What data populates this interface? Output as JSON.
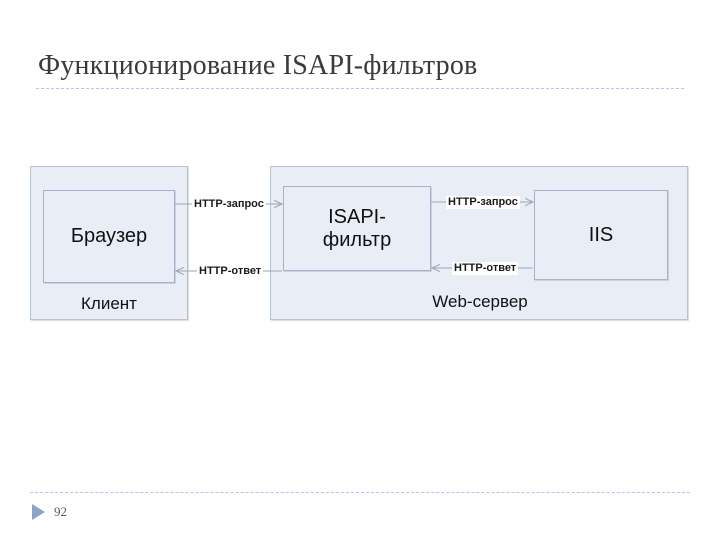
{
  "slide": {
    "title": "Функционирование ISAPI-фильтров",
    "page_number": "92",
    "marker_icon": "triangle-right-icon",
    "accent_color": "#8ca4c4",
    "rule_color": "#b9c6d8",
    "box_fill": "#e8edf6",
    "box_stroke": "#b9c2cf"
  },
  "diagram": {
    "type": "block-flow",
    "groups": [
      {
        "id": "client",
        "label": "Клиент"
      },
      {
        "id": "web-server",
        "label": "Web-сервер"
      }
    ],
    "nodes": [
      {
        "id": "browser",
        "label": "Браузер",
        "group": "client"
      },
      {
        "id": "isapi-filter",
        "label": "ISAPI-\nфильтр",
        "group": "web-server"
      },
      {
        "id": "iis",
        "label": "IIS",
        "group": "web-server"
      }
    ],
    "connectors": [
      {
        "id": "req-left",
        "label": "HTTP-запрос",
        "from": "browser",
        "to": "isapi-filter",
        "direction": "right"
      },
      {
        "id": "resp-left",
        "label": "HTTP-ответ",
        "from": "isapi-filter",
        "to": "browser",
        "direction": "left"
      },
      {
        "id": "req-right",
        "label": "HTTP-запрос",
        "from": "isapi-filter",
        "to": "iis",
        "direction": "right"
      },
      {
        "id": "resp-right",
        "label": "HTTP-ответ",
        "from": "iis",
        "to": "isapi-filter",
        "direction": "left"
      }
    ]
  }
}
